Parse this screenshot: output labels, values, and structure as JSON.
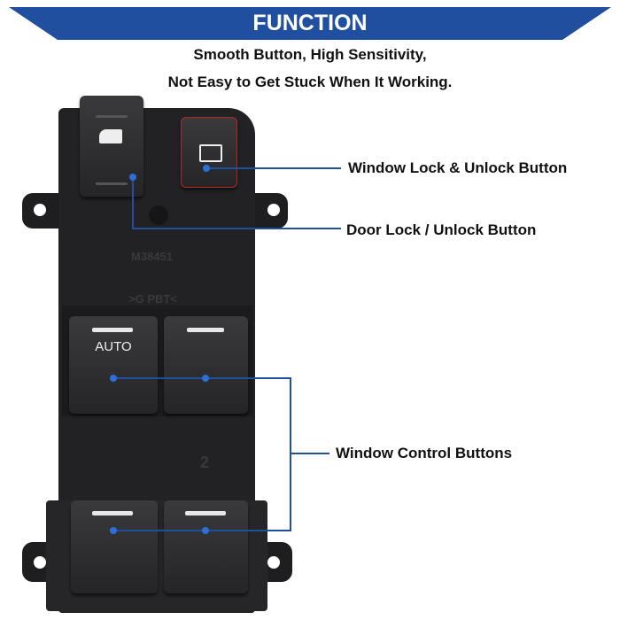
{
  "header": {
    "title": "FUNCTION",
    "line1": "Smooth Button, High Sensitivity,",
    "line2": "Not Easy to Get Stuck When It Working."
  },
  "product": {
    "part_number": "M38451",
    "material_mark": ">G PBT<",
    "auto_label": "AUTO",
    "seat_number": "2"
  },
  "callouts": {
    "window_lock": "Window Lock & Unlock Button",
    "door_lock": "Door Lock / Unlock Button",
    "window_control": "Window Control Buttons"
  },
  "colors": {
    "brand": "#1f4f9e",
    "body": "#202022",
    "accent_red": "#b02a2a"
  },
  "icons": [
    "door-lock-icon",
    "window-lock-icon"
  ]
}
